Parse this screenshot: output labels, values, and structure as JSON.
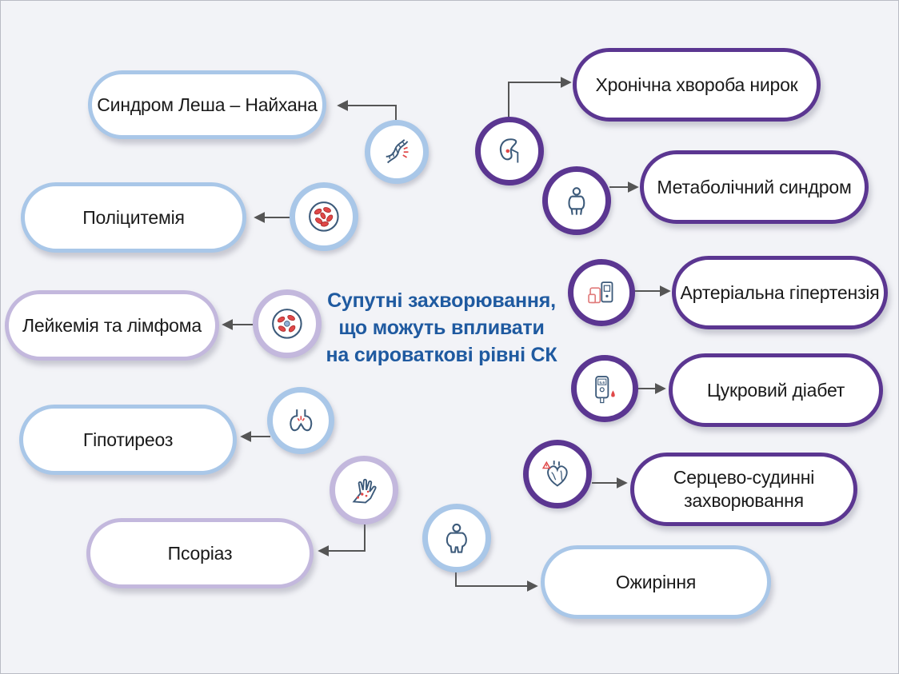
{
  "title_lines": [
    "Супутні захворювання,",
    "що можуть впливати",
    "на сироваткові рівні СК"
  ],
  "left_items": [
    {
      "label": "Синдром Леша – Найхана",
      "icon": "dna-icon"
    },
    {
      "label": "Поліцитемія",
      "icon": "blood-cells-icon"
    },
    {
      "label": "Лейкемія та лімфома",
      "icon": "blood-cells-icon"
    },
    {
      "label": "Гіпотиреоз",
      "icon": "thyroid-icon"
    },
    {
      "label": "Псоріаз",
      "icon": "skin-hand-icon"
    }
  ],
  "right_items": [
    {
      "label": "Хронічна хвороба нирок",
      "icon": "kidney-icon"
    },
    {
      "label": "Метаболічний синдром",
      "icon": "body-figure-icon"
    },
    {
      "label": "Артеріальна гіпертензія",
      "icon": "blood-pressure-monitor-icon"
    },
    {
      "label": "Цукровий діабет",
      "icon": "glucometer-icon"
    },
    {
      "label": "Серцево-судинні захворювання",
      "icon": "heart-icon"
    },
    {
      "label": "Ожиріння",
      "icon": "obese-figure-icon"
    }
  ],
  "glucometer_reading": "5.6",
  "colors": {
    "title": "#1f5aa0",
    "light_blue": "#a9c7e8",
    "lavender": "#c3b8dd",
    "purple": "#5b3691",
    "accent_red": "#e04848"
  }
}
